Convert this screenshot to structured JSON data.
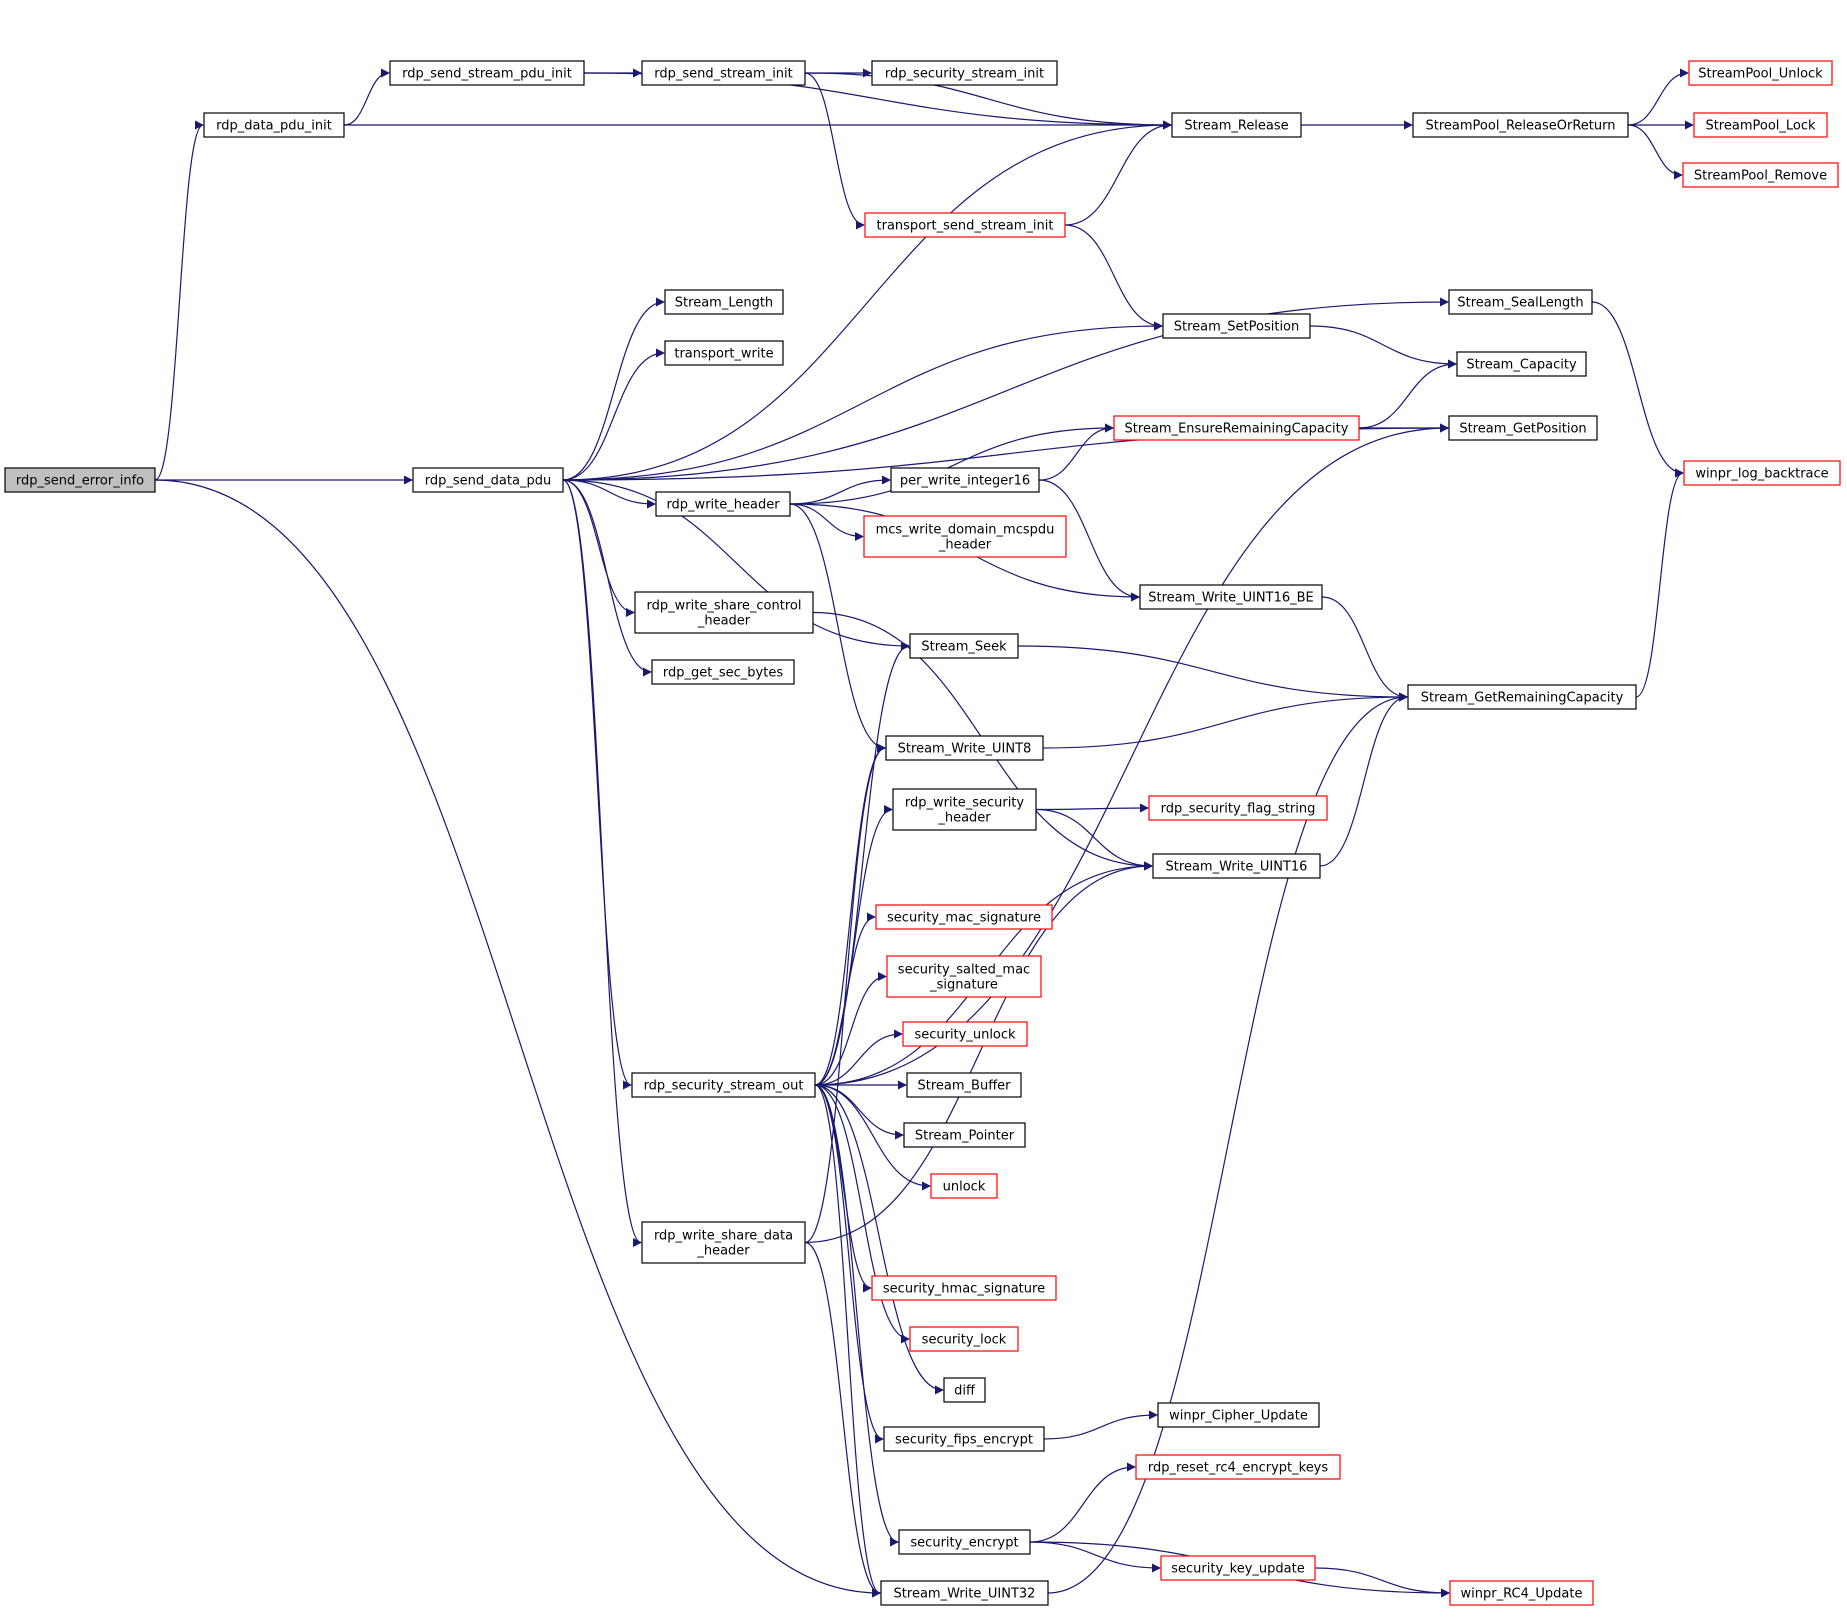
{
  "colors": {
    "edge": "#191970",
    "root_fill": "#bfbfbf",
    "box_black": "#000000",
    "box_red": "#ff0000"
  },
  "nodes": [
    {
      "id": "rdp_send_error_info",
      "lines": [
        "rdp_send_error_info"
      ],
      "style": "root"
    },
    {
      "id": "rdp_data_pdu_init",
      "lines": [
        "rdp_data_pdu_init"
      ],
      "style": "black"
    },
    {
      "id": "rdp_send_data_pdu",
      "lines": [
        "rdp_send_data_pdu"
      ],
      "style": "black"
    },
    {
      "id": "rdp_send_stream_pdu_init",
      "lines": [
        "rdp_send_stream_pdu_init"
      ],
      "style": "black"
    },
    {
      "id": "rdp_send_stream_init",
      "lines": [
        "rdp_send_stream_init"
      ],
      "style": "black"
    },
    {
      "id": "rdp_security_stream_init",
      "lines": [
        "rdp_security_stream_init"
      ],
      "style": "black"
    },
    {
      "id": "transport_send_stream_init",
      "lines": [
        "transport_send_stream_init"
      ],
      "style": "red"
    },
    {
      "id": "Stream_Release",
      "lines": [
        "Stream_Release"
      ],
      "style": "black"
    },
    {
      "id": "StreamPool_ReleaseOrReturn",
      "lines": [
        "StreamPool_ReleaseOrReturn"
      ],
      "style": "black"
    },
    {
      "id": "StreamPool_Unlock",
      "lines": [
        "StreamPool_Unlock"
      ],
      "style": "red"
    },
    {
      "id": "StreamPool_Lock",
      "lines": [
        "StreamPool_Lock"
      ],
      "style": "red"
    },
    {
      "id": "StreamPool_Remove",
      "lines": [
        "StreamPool_Remove"
      ],
      "style": "red"
    },
    {
      "id": "Stream_Length",
      "lines": [
        "Stream_Length"
      ],
      "style": "black"
    },
    {
      "id": "transport_write",
      "lines": [
        "transport_write"
      ],
      "style": "black"
    },
    {
      "id": "Stream_SetPosition",
      "lines": [
        "Stream_SetPosition"
      ],
      "style": "black"
    },
    {
      "id": "Stream_SealLength",
      "lines": [
        "Stream_SealLength"
      ],
      "style": "black"
    },
    {
      "id": "Stream_Capacity",
      "lines": [
        "Stream_Capacity"
      ],
      "style": "black"
    },
    {
      "id": "Stream_EnsureRemainingCapacity",
      "lines": [
        "Stream_EnsureRemainingCapacity"
      ],
      "style": "red"
    },
    {
      "id": "Stream_GetPosition",
      "lines": [
        "Stream_GetPosition"
      ],
      "style": "black"
    },
    {
      "id": "winpr_log_backtrace",
      "lines": [
        "winpr_log_backtrace"
      ],
      "style": "red"
    },
    {
      "id": "rdp_write_header",
      "lines": [
        "rdp_write_header"
      ],
      "style": "black"
    },
    {
      "id": "per_write_integer16",
      "lines": [
        "per_write_integer16"
      ],
      "style": "black"
    },
    {
      "id": "mcs_write_domain_mcspdu_header",
      "lines": [
        "mcs_write_domain_mcspdu",
        "_header"
      ],
      "style": "red"
    },
    {
      "id": "Stream_Write_UINT16_BE",
      "lines": [
        "Stream_Write_UINT16_BE"
      ],
      "style": "black"
    },
    {
      "id": "rdp_write_share_control_header",
      "lines": [
        "rdp_write_share_control",
        "_header"
      ],
      "style": "black"
    },
    {
      "id": "rdp_get_sec_bytes",
      "lines": [
        "rdp_get_sec_bytes"
      ],
      "style": "black"
    },
    {
      "id": "Stream_Seek",
      "lines": [
        "Stream_Seek"
      ],
      "style": "black"
    },
    {
      "id": "Stream_GetRemainingCapacity",
      "lines": [
        "Stream_GetRemainingCapacity"
      ],
      "style": "black"
    },
    {
      "id": "Stream_Write_UINT8",
      "lines": [
        "Stream_Write_UINT8"
      ],
      "style": "black"
    },
    {
      "id": "rdp_write_security_header",
      "lines": [
        "rdp_write_security",
        "_header"
      ],
      "style": "black"
    },
    {
      "id": "rdp_security_flag_string",
      "lines": [
        "rdp_security_flag_string"
      ],
      "style": "red"
    },
    {
      "id": "Stream_Write_UINT16",
      "lines": [
        "Stream_Write_UINT16"
      ],
      "style": "black"
    },
    {
      "id": "security_mac_signature",
      "lines": [
        "security_mac_signature"
      ],
      "style": "red"
    },
    {
      "id": "security_salted_mac_signature",
      "lines": [
        "security_salted_mac",
        "_signature"
      ],
      "style": "red"
    },
    {
      "id": "security_unlock",
      "lines": [
        "security_unlock"
      ],
      "style": "red"
    },
    {
      "id": "rdp_security_stream_out",
      "lines": [
        "rdp_security_stream_out"
      ],
      "style": "black"
    },
    {
      "id": "Stream_Buffer",
      "lines": [
        "Stream_Buffer"
      ],
      "style": "black"
    },
    {
      "id": "Stream_Pointer",
      "lines": [
        "Stream_Pointer"
      ],
      "style": "black"
    },
    {
      "id": "unlock",
      "lines": [
        "unlock"
      ],
      "style": "red"
    },
    {
      "id": "rdp_write_share_data_header",
      "lines": [
        "rdp_write_share_data",
        "_header"
      ],
      "style": "black"
    },
    {
      "id": "security_hmac_signature",
      "lines": [
        "security_hmac_signature"
      ],
      "style": "red"
    },
    {
      "id": "security_lock",
      "lines": [
        "security_lock"
      ],
      "style": "red"
    },
    {
      "id": "diff",
      "lines": [
        "diff"
      ],
      "style": "black"
    },
    {
      "id": "security_fips_encrypt",
      "lines": [
        "security_fips_encrypt"
      ],
      "style": "black"
    },
    {
      "id": "winpr_Cipher_Update",
      "lines": [
        "winpr_Cipher_Update"
      ],
      "style": "black"
    },
    {
      "id": "rdp_reset_rc4_encrypt_keys",
      "lines": [
        "rdp_reset_rc4_encrypt_keys"
      ],
      "style": "red"
    },
    {
      "id": "security_encrypt",
      "lines": [
        "security_encrypt"
      ],
      "style": "black"
    },
    {
      "id": "security_key_update",
      "lines": [
        "security_key_update"
      ],
      "style": "red"
    },
    {
      "id": "Stream_Write_UINT32",
      "lines": [
        "Stream_Write_UINT32"
      ],
      "style": "black"
    },
    {
      "id": "winpr_RC4_Update",
      "lines": [
        "winpr_RC4_Update"
      ],
      "style": "red"
    }
  ],
  "edges": [
    [
      "rdp_send_error_info",
      "rdp_data_pdu_init"
    ],
    [
      "rdp_send_error_info",
      "rdp_send_data_pdu"
    ],
    [
      "rdp_send_error_info",
      "Stream_Write_UINT32"
    ],
    [
      "rdp_data_pdu_init",
      "rdp_send_stream_pdu_init"
    ],
    [
      "rdp_data_pdu_init",
      "Stream_Release"
    ],
    [
      "rdp_send_stream_pdu_init",
      "rdp_send_stream_init"
    ],
    [
      "rdp_send_stream_pdu_init",
      "Stream_Release"
    ],
    [
      "rdp_send_stream_init",
      "rdp_security_stream_init"
    ],
    [
      "rdp_send_stream_init",
      "transport_send_stream_init"
    ],
    [
      "rdp_send_stream_init",
      "Stream_Release"
    ],
    [
      "transport_send_stream_init",
      "Stream_Release"
    ],
    [
      "transport_send_stream_init",
      "Stream_SetPosition"
    ],
    [
      "Stream_Release",
      "StreamPool_ReleaseOrReturn"
    ],
    [
      "StreamPool_ReleaseOrReturn",
      "StreamPool_Unlock"
    ],
    [
      "StreamPool_ReleaseOrReturn",
      "StreamPool_Lock"
    ],
    [
      "StreamPool_ReleaseOrReturn",
      "StreamPool_Remove"
    ],
    [
      "rdp_send_data_pdu",
      "Stream_Release"
    ],
    [
      "rdp_send_data_pdu",
      "Stream_SealLength"
    ],
    [
      "rdp_send_data_pdu",
      "Stream_Length"
    ],
    [
      "rdp_send_data_pdu",
      "transport_write"
    ],
    [
      "rdp_send_data_pdu",
      "Stream_SetPosition"
    ],
    [
      "rdp_send_data_pdu",
      "Stream_GetPosition"
    ],
    [
      "rdp_send_data_pdu",
      "rdp_write_header"
    ],
    [
      "rdp_send_data_pdu",
      "Stream_Seek"
    ],
    [
      "rdp_send_data_pdu",
      "rdp_write_share_control_header"
    ],
    [
      "rdp_send_data_pdu",
      "rdp_get_sec_bytes"
    ],
    [
      "rdp_send_data_pdu",
      "rdp_security_stream_out"
    ],
    [
      "rdp_send_data_pdu",
      "rdp_write_share_data_header"
    ],
    [
      "Stream_SealLength",
      "winpr_log_backtrace"
    ],
    [
      "Stream_SetPosition",
      "Stream_Capacity"
    ],
    [
      "Stream_EnsureRemainingCapacity",
      "Stream_Capacity"
    ],
    [
      "Stream_EnsureRemainingCapacity",
      "Stream_GetPosition"
    ],
    [
      "rdp_write_header",
      "Stream_EnsureRemainingCapacity"
    ],
    [
      "rdp_write_header",
      "per_write_integer16"
    ],
    [
      "rdp_write_header",
      "mcs_write_domain_mcspdu_header"
    ],
    [
      "rdp_write_header",
      "Stream_Write_UINT16_BE"
    ],
    [
      "rdp_write_header",
      "Stream_Write_UINT8"
    ],
    [
      "per_write_integer16",
      "Stream_EnsureRemainingCapacity"
    ],
    [
      "per_write_integer16",
      "Stream_Write_UINT16_BE"
    ],
    [
      "Stream_Write_UINT16_BE",
      "Stream_GetRemainingCapacity"
    ],
    [
      "rdp_write_share_control_header",
      "Stream_Write_UINT16"
    ],
    [
      "Stream_Seek",
      "Stream_GetRemainingCapacity"
    ],
    [
      "Stream_GetRemainingCapacity",
      "winpr_log_backtrace"
    ],
    [
      "Stream_Write_UINT8",
      "Stream_GetRemainingCapacity"
    ],
    [
      "rdp_write_security_header",
      "rdp_security_flag_string"
    ],
    [
      "rdp_write_security_header",
      "Stream_Write_UINT16"
    ],
    [
      "Stream_Write_UINT16",
      "Stream_GetRemainingCapacity"
    ],
    [
      "rdp_security_stream_out",
      "Stream_GetPosition"
    ],
    [
      "rdp_security_stream_out",
      "Stream_Seek"
    ],
    [
      "rdp_security_stream_out",
      "Stream_Write_UINT8"
    ],
    [
      "rdp_security_stream_out",
      "rdp_write_security_header"
    ],
    [
      "rdp_security_stream_out",
      "Stream_Write_UINT16"
    ],
    [
      "rdp_security_stream_out",
      "security_mac_signature"
    ],
    [
      "rdp_security_stream_out",
      "security_salted_mac_signature"
    ],
    [
      "rdp_security_stream_out",
      "security_unlock"
    ],
    [
      "rdp_security_stream_out",
      "Stream_Buffer"
    ],
    [
      "rdp_security_stream_out",
      "Stream_Pointer"
    ],
    [
      "rdp_security_stream_out",
      "unlock"
    ],
    [
      "rdp_security_stream_out",
      "security_hmac_signature"
    ],
    [
      "rdp_security_stream_out",
      "security_lock"
    ],
    [
      "rdp_security_stream_out",
      "diff"
    ],
    [
      "rdp_security_stream_out",
      "security_fips_encrypt"
    ],
    [
      "rdp_security_stream_out",
      "security_encrypt"
    ],
    [
      "rdp_security_stream_out",
      "Stream_Write_UINT32"
    ],
    [
      "rdp_write_share_data_header",
      "Stream_Write_UINT8"
    ],
    [
      "rdp_write_share_data_header",
      "Stream_Write_UINT16"
    ],
    [
      "rdp_write_share_data_header",
      "Stream_Write_UINT32"
    ],
    [
      "security_fips_encrypt",
      "winpr_Cipher_Update"
    ],
    [
      "security_encrypt",
      "rdp_reset_rc4_encrypt_keys"
    ],
    [
      "security_encrypt",
      "security_key_update"
    ],
    [
      "security_encrypt",
      "winpr_RC4_Update"
    ],
    [
      "security_key_update",
      "winpr_RC4_Update"
    ],
    [
      "Stream_Write_UINT32",
      "Stream_GetRemainingCapacity"
    ]
  ]
}
